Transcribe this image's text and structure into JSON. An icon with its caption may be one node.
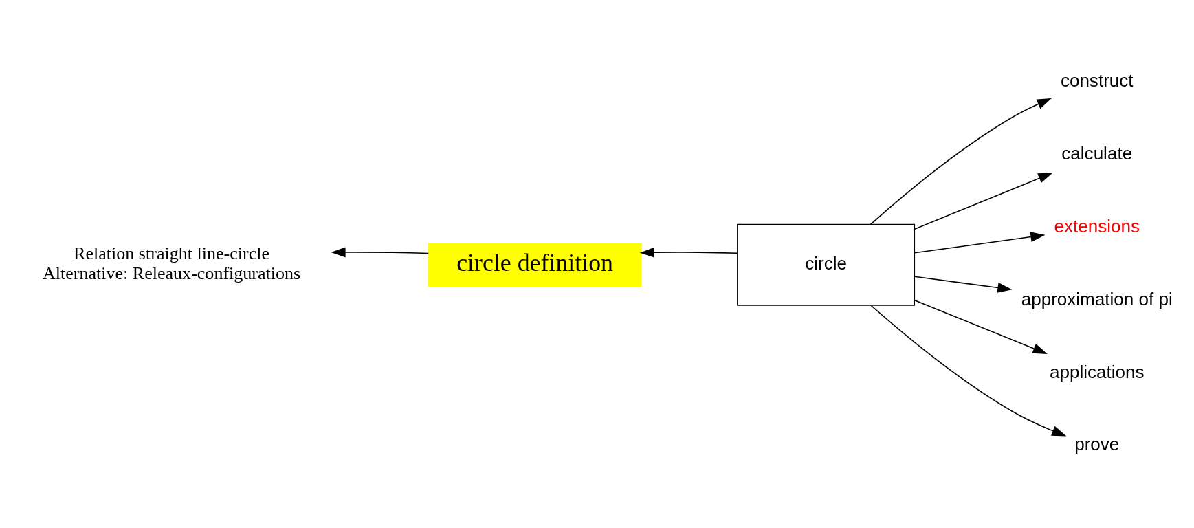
{
  "diagram": {
    "nodes": [
      {
        "text": [
          "circle"
        ]
      },
      {
        "text": [
          "circle definition"
        ]
      },
      {
        "text": [
          "Relation straight line-circle",
          "Alternative: Releaux-configurations"
        ]
      },
      {
        "text": [
          "construct"
        ]
      },
      {
        "text": [
          "calculate"
        ]
      },
      {
        "text": [
          "extensions"
        ]
      },
      {
        "text": [
          "approximation of pi"
        ]
      },
      {
        "text": [
          "applications"
        ]
      },
      {
        "text": [
          "prove"
        ]
      }
    ],
    "edges": [
      {
        "from": 0,
        "to": 1,
        "arrow": "to"
      },
      {
        "from": 1,
        "to": 2,
        "arrow": "to"
      },
      {
        "from": 0,
        "to": 3,
        "arrow": "to"
      },
      {
        "from": 0,
        "to": 4,
        "arrow": "to"
      },
      {
        "from": 0,
        "to": 5,
        "arrow": "to"
      },
      {
        "from": 0,
        "to": 6,
        "arrow": "to"
      },
      {
        "from": 0,
        "to": 7,
        "arrow": "to"
      },
      {
        "from": 0,
        "to": 8,
        "arrow": "to"
      }
    ]
  }
}
